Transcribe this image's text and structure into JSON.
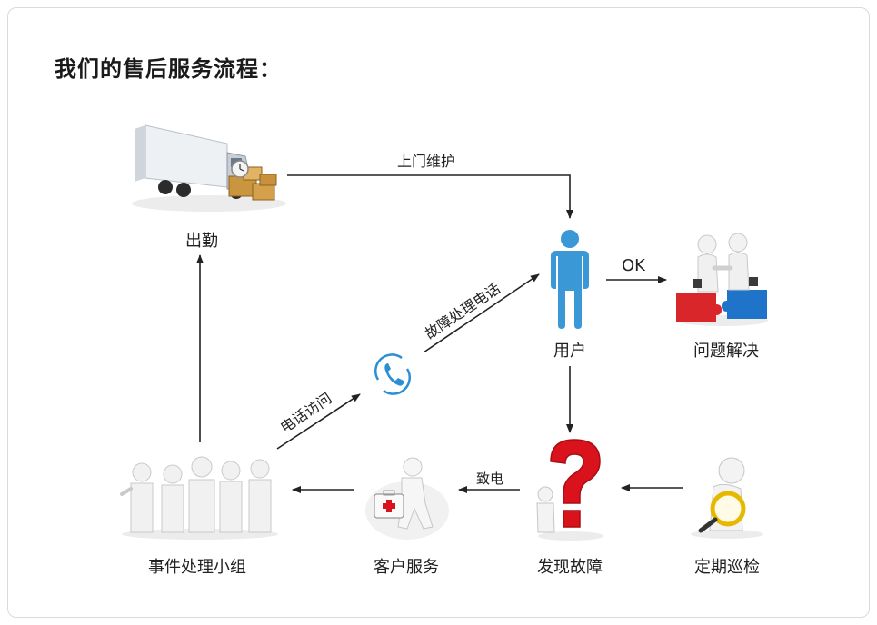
{
  "title": "我们的售后服务流程：",
  "nodes": {
    "dispatch": "出勤",
    "user": "用户",
    "solved": "问题解决",
    "team": "事件处理小组",
    "service": "客户服务",
    "fault": "发现故障",
    "inspection": "定期巡检"
  },
  "edges": {
    "onsite": "上门维护",
    "ok": "OK",
    "fault_call": "故障处理电话",
    "call_visit": "电话访问",
    "report": "致电"
  },
  "colors": {
    "arrow": "#222222",
    "user_icon": "#3a98d6",
    "phone_icon": "#2a8fd4",
    "question_mark": "#d9121b",
    "puzzle_red": "#d9262b",
    "puzzle_blue": "#1f73c9"
  }
}
